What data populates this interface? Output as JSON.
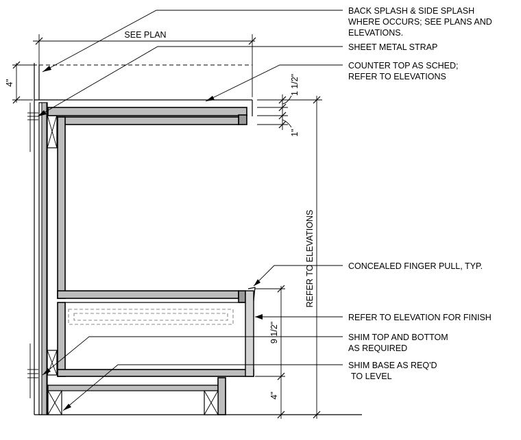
{
  "dimensions": {
    "see_plan": "SEE PLAN",
    "backsplash_height": "4\"",
    "countertop_thickness": "1 1/2\"",
    "apron_height": "1\"",
    "overall_height": "REFER TO ELEVATIONS",
    "drawer_height": "9 1/2\"",
    "base_height": "4\""
  },
  "callouts": {
    "backsplash_line1": "BACK SPLASH & SIDE SPLASH",
    "backsplash_line2": "WHERE OCCURS; SEE PLANS AND",
    "backsplash_line3": "ELEVATIONS.",
    "strap": "SHEET METAL STRAP",
    "countertop_line1": "COUNTER TOP AS SCHED;",
    "countertop_line2": "REFER TO ELEVATIONS",
    "finger_pull": "CONCEALED FINGER PULL, TYP.",
    "finish": "REFER TO ELEVATION FOR FINISH",
    "shim_line1": "SHIM TOP AND BOTTOM",
    "shim_line2": "AS REQUIRED",
    "shim_base_line1": "SHIM BASE AS REQ'D",
    "shim_base_line2": "TO LEVEL"
  }
}
